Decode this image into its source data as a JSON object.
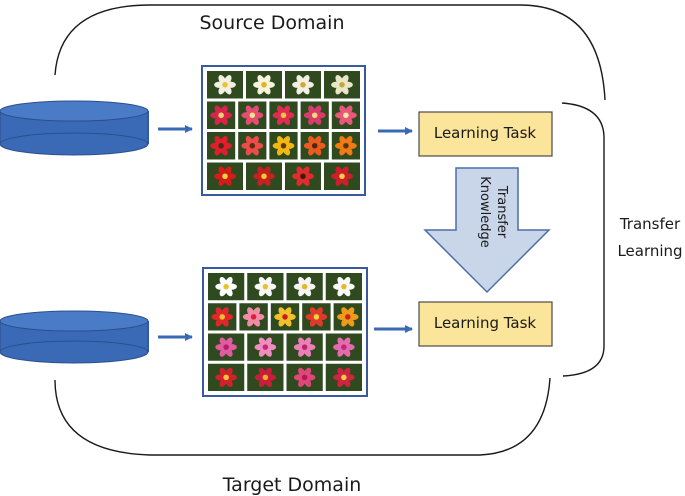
{
  "source_domain": {
    "title": "Source Domain",
    "task_label": "Learning Task",
    "image_grid": {
      "rows": [
        [
          {
            "color": "#f4f0e0",
            "center": "#e8c33a"
          },
          {
            "color": "#f7f3dc",
            "center": "#e2b21f"
          },
          {
            "color": "#f2efe4",
            "center": "#d6a92b"
          },
          {
            "color": "#ece6c8",
            "center": "#c9a83a"
          }
        ],
        [
          {
            "color": "#d8234a",
            "center": "#f1d36b"
          },
          {
            "color": "#e64c72",
            "center": "#f4e08a"
          },
          {
            "color": "#e02c4f",
            "center": "#f1c248"
          },
          {
            "color": "#d93b6a",
            "center": "#f0d97b"
          },
          {
            "color": "#e9577a",
            "center": "#f5e6a4"
          }
        ],
        [
          {
            "color": "#e11e2c",
            "center": "#4a2a14"
          },
          {
            "color": "#ee4a4a",
            "center": "#5a2c12"
          },
          {
            "color": "#f2b711",
            "center": "#5e3a12"
          },
          {
            "color": "#ee5a1e",
            "center": "#4d2a0f"
          },
          {
            "color": "#f07a14",
            "center": "#5a3312"
          }
        ],
        [
          {
            "color": "#d51a1a",
            "center": "#f2d23a"
          },
          {
            "color": "#c82020",
            "center": "#f4cb2b"
          },
          {
            "color": "#e02c2c",
            "center": "#3b1c0b"
          },
          {
            "color": "#cf1e28",
            "center": "#f3d04a"
          }
        ]
      ]
    }
  },
  "target_domain": {
    "title": "Target Domain",
    "task_label": "Learning Task",
    "image_grid": {
      "rows": [
        [
          {
            "color": "#ffffff",
            "center": "#e8c22a"
          },
          {
            "color": "#f8f8f8",
            "center": "#ebc12b"
          },
          {
            "color": "#f5f5f5",
            "center": "#e3b826"
          },
          {
            "color": "#fafafa",
            "center": "#e6b92a"
          }
        ],
        [
          {
            "color": "#e4262c",
            "center": "#e9c428"
          },
          {
            "color": "#f08aa6",
            "center": "#d9223a"
          },
          {
            "color": "#f2c02a",
            "center": "#c61e1e"
          },
          {
            "color": "#e23a2a",
            "center": "#f0d23a"
          },
          {
            "color": "#ef9b1a",
            "center": "#c82222"
          }
        ],
        [
          {
            "color": "#e25aa0",
            "center": "#b41e6a"
          },
          {
            "color": "#f08cc0",
            "center": "#c42a7a"
          },
          {
            "color": "#ec7fb7",
            "center": "#b8246c"
          },
          {
            "color": "#e66aae",
            "center": "#c02878"
          }
        ],
        [
          {
            "color": "#d4202c",
            "center": "#f2c83a"
          },
          {
            "color": "#c81e3a",
            "center": "#e8b22a"
          },
          {
            "color": "#e0467a",
            "center": "#b01a52"
          },
          {
            "color": "#cf2440",
            "center": "#f1cf44"
          }
        ]
      ]
    }
  },
  "knowledge_transfer_label": [
    "Knowledge",
    "Transfer"
  ],
  "transfer_learning_label": [
    "Transfer",
    "Learning"
  ],
  "colors": {
    "database": "#3a6ab6",
    "database_edge": "#2b4f8e",
    "arrow": "#3a6ab6",
    "task_box_fill": "#fae59a",
    "task_box_border": "#4a4a4a",
    "big_arrow_fill": "#c9d6ea",
    "big_arrow_border": "#4a6fa8",
    "image_frame": "#3a5aa0"
  }
}
